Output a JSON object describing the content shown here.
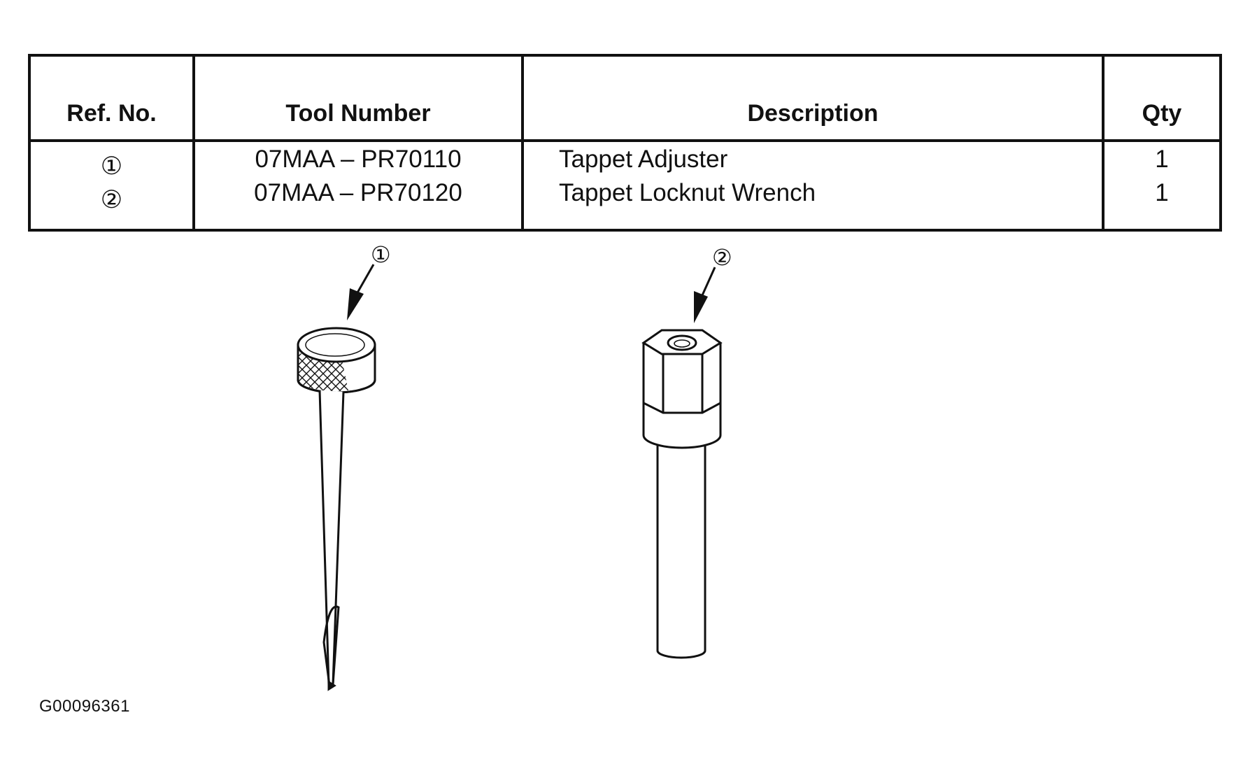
{
  "table": {
    "headers": {
      "ref": "Ref. No.",
      "tool": "Tool Number",
      "desc": "Description",
      "qty": "Qty"
    },
    "rows": [
      {
        "ref": "①",
        "tool": "07MAA – PR70110",
        "desc": "Tappet Adjuster",
        "qty": "1"
      },
      {
        "ref": "②",
        "tool": "07MAA – PR70120",
        "desc": "Tappet Locknut Wrench",
        "qty": "1"
      }
    ]
  },
  "callouts": {
    "tool1": "①",
    "tool2": "②"
  },
  "figure_id": "G00096361"
}
